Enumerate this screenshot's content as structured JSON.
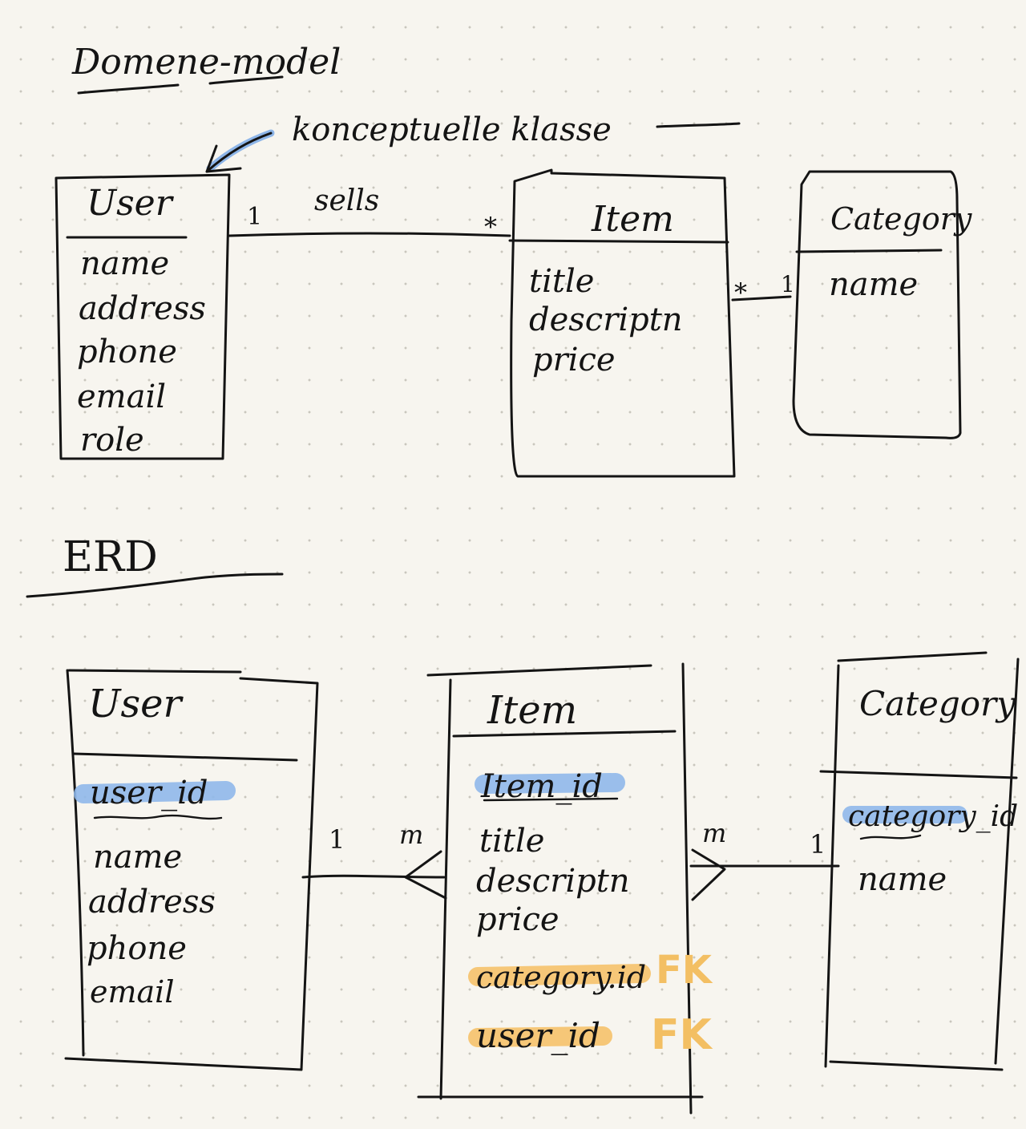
{
  "domain_model": {
    "heading": "Domene-model",
    "annotation": "konceptuelle klasse",
    "user": {
      "name": "User",
      "attributes": [
        "name",
        "address",
        "phone",
        "email",
        "role"
      ]
    },
    "item": {
      "name": "Item",
      "attributes": [
        "title",
        "descriptn",
        "price"
      ]
    },
    "category": {
      "name": "Category",
      "attributes": [
        "name"
      ]
    },
    "user_item": {
      "label": "sells",
      "left_multiplicity": "1",
      "right_multiplicity": "*"
    },
    "item_category": {
      "left_multiplicity": "*",
      "right_multiplicity": "1"
    }
  },
  "erd": {
    "heading": "ERD",
    "user": {
      "name": "User",
      "primary_key": "user_id",
      "attributes": [
        "name",
        "address",
        "phone",
        "email"
      ]
    },
    "item": {
      "name": "Item",
      "primary_key": "Item_id",
      "attributes": [
        "title",
        "descriptn",
        "price"
      ],
      "foreign_keys": [
        {
          "name": "category.id",
          "tag": "FK"
        },
        {
          "name": "user_id",
          "tag": "FK"
        }
      ]
    },
    "category": {
      "name": "Category",
      "primary_key": "category_id",
      "attributes": [
        "name"
      ]
    },
    "user_item": {
      "left_multiplicity": "1",
      "right_multiplicity": "m"
    },
    "item_category": {
      "left_multiplicity": "m",
      "right_multiplicity": "1"
    }
  },
  "colors": {
    "ink": "#141414",
    "paper": "#f7f5ef",
    "highlight_blue": "#8fb8ea",
    "highlight_orange": "#f5c26a"
  }
}
